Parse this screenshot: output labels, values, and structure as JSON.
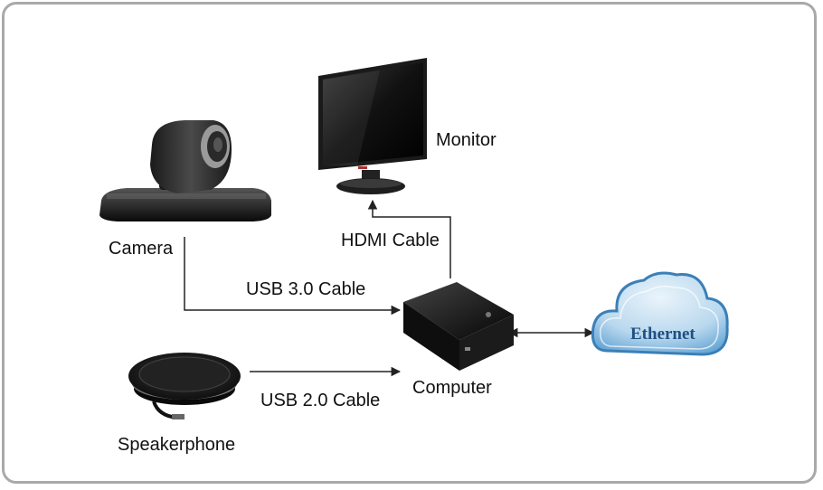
{
  "devices": {
    "camera": "Camera",
    "monitor": "Monitor",
    "computer": "Computer",
    "speakerphone": "Speakerphone",
    "ethernet": "Ethernet"
  },
  "cables": {
    "usb3": "USB 3.0 Cable",
    "usb2": "USB 2.0 Cable",
    "hdmi": "HDMI Cable"
  },
  "colors": {
    "frame": "#a9a9a9",
    "line": "#222222",
    "cloud": "#4a90c8"
  }
}
